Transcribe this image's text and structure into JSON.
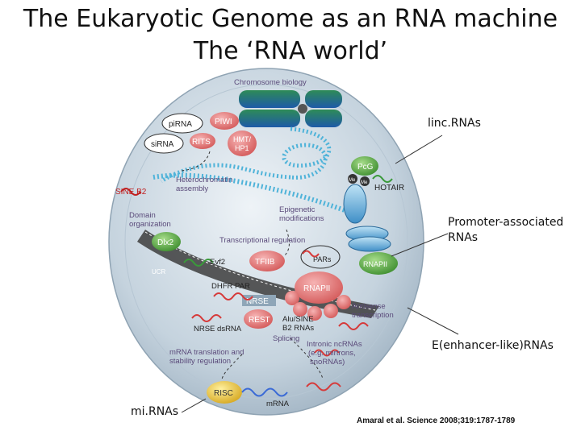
{
  "title_line1": "The Eukaryotic Genome as an RNA machine",
  "title_line2": "The ‘RNA world’",
  "callouts": {
    "linc": "linc.RNAs",
    "promoter_line1": "Promoter-associated",
    "promoter_line2": "RNAs",
    "enhancer": "E(enhancer-like)RNAs",
    "mirna": "mi.RNAs"
  },
  "citation": "Amaral et al. Science 2008;319:1787-1789",
  "diagram": {
    "chromosome_biology": "Chromosome biology",
    "pirna": "piRNA",
    "piwi": "PIWI",
    "sirna": "siRNA",
    "rits": "RITS",
    "hmt_line1": "HMT/",
    "hmt_line2": "HP1",
    "pcg": "PcG",
    "me1": "Me",
    "me2": "Me",
    "hotair": "HOTAIR",
    "heterochromatin_line1": "Heterochromatin",
    "heterochromatin_line2": "assembly",
    "sine_b2": "SINE B2",
    "domain_line1": "Domain",
    "domain_line2": "organization",
    "epigenetic_line1": "Epigenetic",
    "epigenetic_line2": "modifications",
    "transcriptional_regulation": "Transcriptional regulation",
    "dlx2": "Dlx2",
    "evf2": "Evf2",
    "tfiib": "TFIIB",
    "pars": "PARs",
    "rnapii_small": "RNAPII",
    "ucr": "UCR",
    "dhfr_par": "DHFR PAR",
    "rnapii_main": "RNAPII",
    "nrse": "NRSE",
    "rest": "REST",
    "nrse_dsrna": "NRSE dsRNA",
    "alu_line1": "Alu/SINE",
    "alu_line2": "B2 RNAs",
    "antisense_line1": "Antisense",
    "antisense_line2": "transcription",
    "splicing": "Splicing",
    "intronic_line1": "Intronic ncRNAs",
    "intronic_line2": "(e.g. mirtrons,",
    "intronic_line3": "snoRNAs)",
    "mrna_line1": "mRNA translation and",
    "mrna_line2": "stability regulation",
    "risc": "RISC",
    "mrna": "mRNA"
  },
  "colors": {
    "cell_fill": "#c9d6e0",
    "cell_edge": "#8fa3b3",
    "rna_red": "#d63a3a",
    "rna_green": "#3a9a3a",
    "dna_blue": "#4fb3d9",
    "pirna_pink": "#e07a7a",
    "rnapii_pink": "#e88080",
    "green_protein": "#5aaa4a",
    "risc_yellow": "#e8c23a",
    "label_purple": "#5a4a7a",
    "sine_red": "#c02020"
  }
}
